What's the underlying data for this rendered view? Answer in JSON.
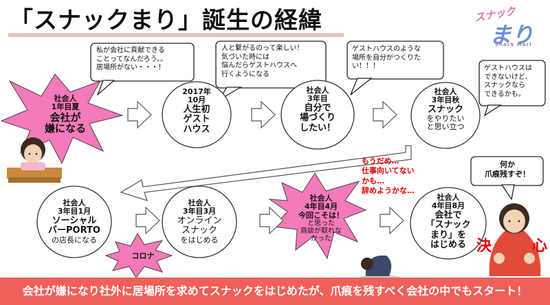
{
  "title": "「スナックまり」誕生の経緯",
  "logo": {
    "top": "スナック",
    "main": "まり",
    "sub": "Snack Mari"
  },
  "bubbles": {
    "b1": "私が会社に貢献できる\nことってなんだろう。。\n居場所がない・・・！",
    "b2": "人と繋がるのって楽しい！\n気づいた時には\n悩んだらゲストハウスへ\n行くようになる",
    "b3": "ゲストハウスのような\n場所を自分がつくりた\nい！！！",
    "b4": "ゲストハウスは\nできないけど、\nスナックなら\nできるかも。",
    "b5": "何か\n爪痕残すぞ！"
  },
  "nodes": {
    "n1": {
      "line1": "社会人",
      "line2": "1年目夏",
      "main": "会社が\n嫌になる"
    },
    "n2": {
      "line1": "2017年",
      "line2": "10月",
      "main": "人生初\nゲスト\nハウス"
    },
    "n3": {
      "line1": "社会人",
      "line2": "3年目",
      "main": "自分で\n場づくり\nしたい！"
    },
    "n4": {
      "line1": "社会人",
      "line2": "3年目秋",
      "main": "スナック",
      "sub1": "をやりたい",
      "sub2": "と思い立つ"
    },
    "n5": {
      "line1": "社会人",
      "line2": "3年目1月",
      "main": "ソーシャル\nバーPORTO",
      "sub": "の店長になる"
    },
    "n6": {
      "line1": "社会人",
      "line2": "3年目3月",
      "main": "オンライン\nスナック",
      "sub": "をはじめる"
    },
    "n7": {
      "line1": "社会人",
      "line2": "4年目4月",
      "main": "今回こそは！",
      "sub": "と思った\n商談が取れな\nかった"
    },
    "n8": {
      "line1": "社会人",
      "line2": "4年目8月",
      "main": "会社で\n「スナック\nまり」を\nはじめる"
    }
  },
  "corona": "コロナ",
  "despair": "もうだめ…\n仕事向いてない\nかも…\n辞めようかな…",
  "kesshin": {
    "left": "決",
    "right": "心"
  },
  "footer": "会社が嫌になり社外に居場所を求めてスナックをはじめたが、爪痕を残すべく会社の中でもスタート！",
  "colors": {
    "burst": "#f47ab9",
    "footer": "#f0605a",
    "accent_red": "#e60000",
    "logo_pink": "#e46fb0",
    "logo_blue": "#6f8fd6"
  }
}
